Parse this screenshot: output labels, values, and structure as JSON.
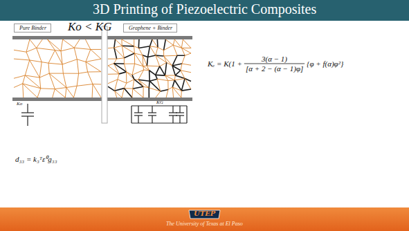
{
  "diagram": {
    "title": "3D Printing of Piezoelectric Composites",
    "nodes": [
      {
        "text": [
          "Pure Binder"
        ]
      },
      {
        "text": [
          "Graphene + Binder"
        ]
      }
    ],
    "labels": [
      "Ko < KG",
      "Ko",
      "KG",
      "Kₑ = K(1 +",
      "3(α − 1)",
      "[α + 2 − (α − 1)φ]",
      "{φ + f(α)φ²}",
      "d₃₃ = k₃ᵀε⁰g₃₃",
      "UTEP",
      "The University of Texas at El Paso"
    ]
  }
}
